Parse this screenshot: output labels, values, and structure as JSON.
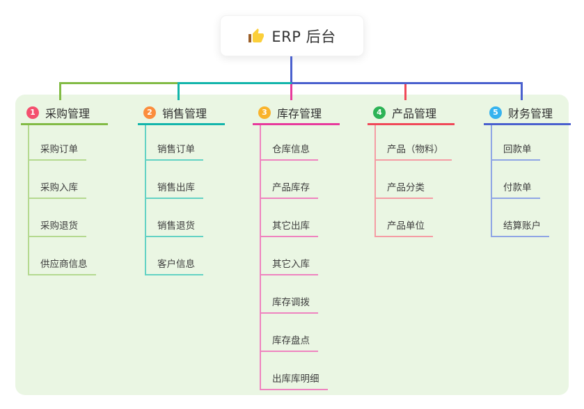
{
  "root": {
    "icon": "thumbs-up-icon",
    "title": "ERP 后台"
  },
  "colors": {
    "panel_bg": "#eaf6e3",
    "green": "#82bb45",
    "teal": "#13b5ab",
    "blue": "#4a60ce",
    "magenta": "#e73a9c",
    "red": "#f04858"
  },
  "branches": [
    {
      "number": "1",
      "label": "采购管理",
      "badge_color": "#f4506e",
      "line_color": "#82bb45",
      "light_color": "#b4d98f",
      "children": [
        "采购订单",
        "采购入库",
        "采购退货",
        "供应商信息"
      ]
    },
    {
      "number": "2",
      "label": "销售管理",
      "badge_color": "#fb8d3d",
      "line_color": "#13b5ab",
      "light_color": "#63d2c4",
      "children": [
        "销售订单",
        "销售出库",
        "销售退货",
        "客户信息"
      ]
    },
    {
      "number": "3",
      "label": "库存管理",
      "badge_color": "#f9b32b",
      "line_color": "#e73a9c",
      "light_color": "#ef83bf",
      "children": [
        "仓库信息",
        "产品库存",
        "其它出库",
        "其它入库",
        "库存调拨",
        "库存盘点",
        "出库库明细"
      ]
    },
    {
      "number": "4",
      "label": "产品管理",
      "badge_color": "#2db356",
      "line_color": "#f04858",
      "light_color": "#f59ca4",
      "children": [
        "产品（物料）",
        "产品分类",
        "产品单位"
      ]
    },
    {
      "number": "5",
      "label": "财务管理",
      "badge_color": "#36b3ef",
      "line_color": "#4a60ce",
      "light_color": "#8fa5e5",
      "children": [
        "回款单",
        "付款单",
        "结算账户"
      ]
    }
  ]
}
